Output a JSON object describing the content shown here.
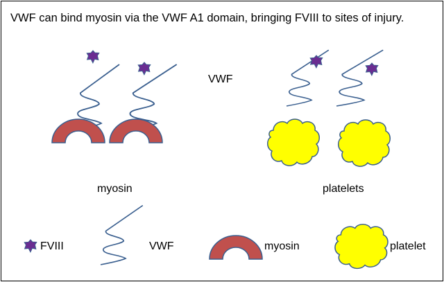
{
  "title": "VWF can bind myosin via the VWF A1 domain, bringing FVIII to sites of injury.",
  "labels": {
    "vwf_top": "VWF",
    "myosin": "myosin",
    "platelets": "platelets"
  },
  "legend": {
    "fviii": "FVIII",
    "vwf": "VWF",
    "myosin": "myosin",
    "platelet": "platelet"
  },
  "colors": {
    "vwf_line": "#3a5f8f",
    "fviii_fill": "#6a2d91",
    "myosin_fill": "#c0504d",
    "myosin_stroke": "#3a5f8f",
    "platelet_fill": "#ffff00",
    "platelet_stroke": "#3a5f8f"
  }
}
